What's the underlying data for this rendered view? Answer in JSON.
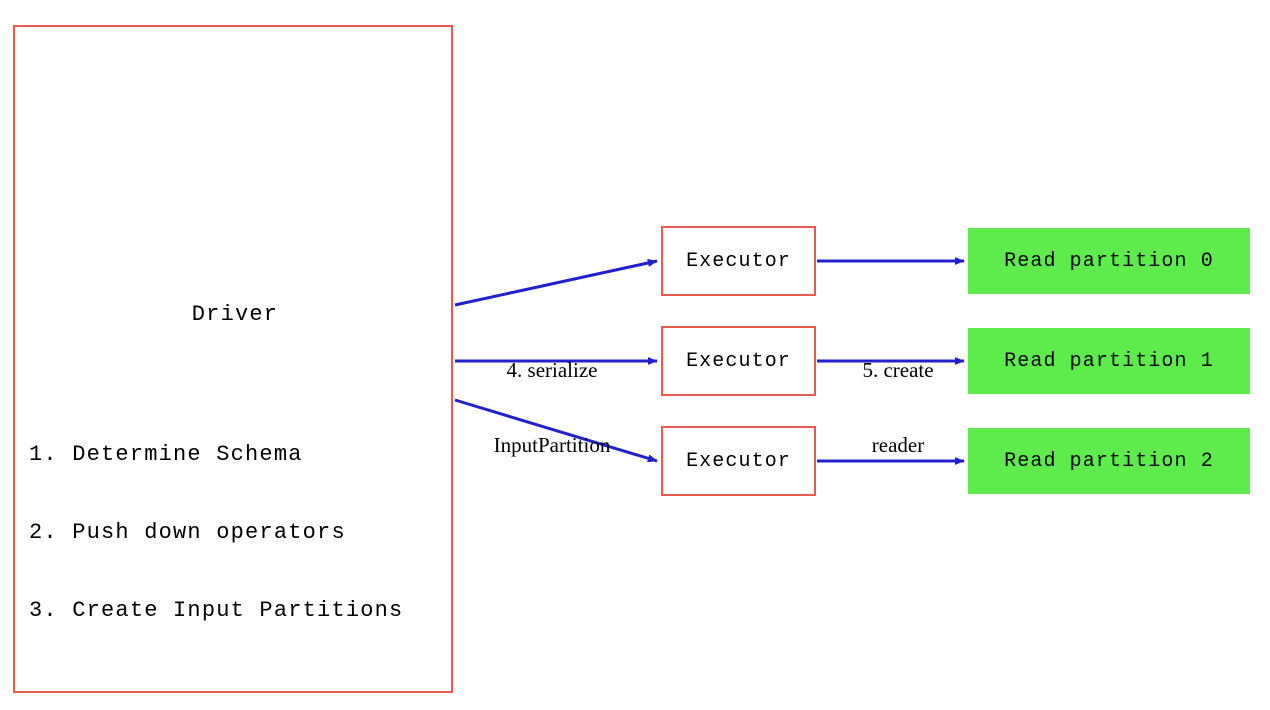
{
  "diagram": {
    "title_hidden": "",
    "driver": {
      "label": "Driver",
      "steps": [
        "1. Determine Schema",
        "2. Push down operators",
        "3. Create Input Partitions"
      ]
    },
    "executors": [
      {
        "label": "Executor"
      },
      {
        "label": "Executor"
      },
      {
        "label": "Executor"
      }
    ],
    "partitions": [
      {
        "label": "Read partition 0"
      },
      {
        "label": "Read partition 1"
      },
      {
        "label": "Read partition 2"
      }
    ],
    "edge_labels": {
      "driver_to_executor": "4. serialize\nInputPartition",
      "driver_to_executor_line1": "4. serialize",
      "driver_to_executor_line2": "InputPartition",
      "executor_to_partition": "5. create\nreader",
      "executor_to_partition_line1": "5. create",
      "executor_to_partition_line2": "reader"
    },
    "colors": {
      "box_border_red": "#ea5a50",
      "partition_green": "#5dec4c",
      "arrow_blue": "#2020cc",
      "background": "#ffffff",
      "text": "#000000"
    }
  }
}
